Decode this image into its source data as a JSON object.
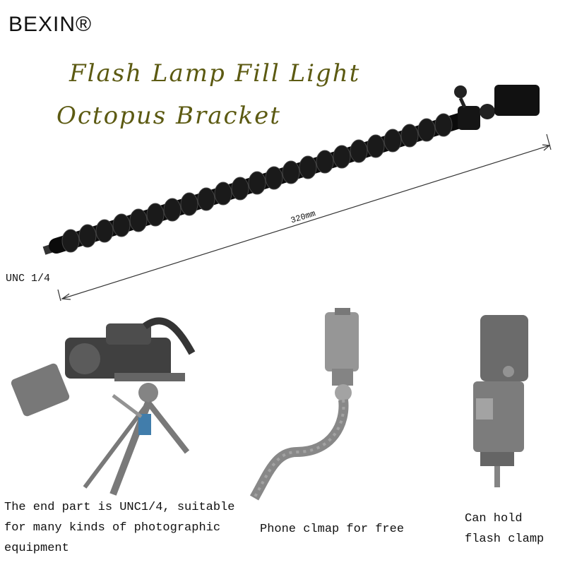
{
  "brand": "BEXIN®",
  "title_line1": "Flash Lamp  Fill Light",
  "title_line2": "Octopus Bracket",
  "dimension_label": "320mm",
  "thread_label": "UNC 1/4",
  "captions": {
    "left": "The end part is UNC1/4, suitable for many kinds of photographic equipment",
    "middle": "Phone clmap for free",
    "right": "Can hold flash clamp"
  }
}
